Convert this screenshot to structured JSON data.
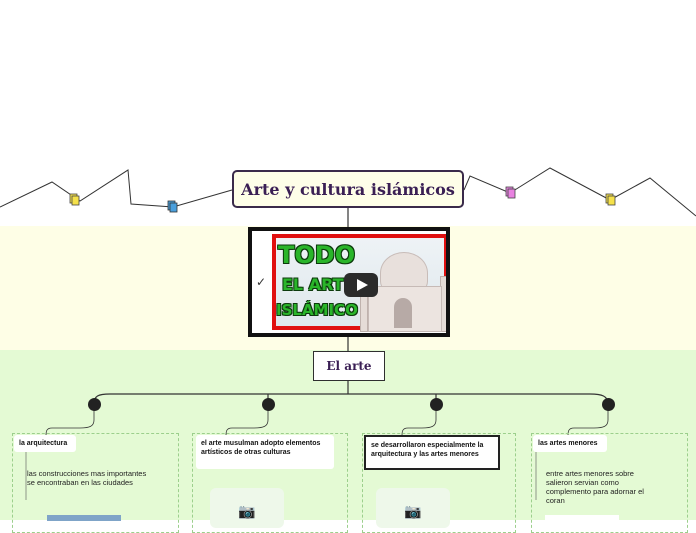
{
  "root": {
    "title": "Arte y cultura islámicos"
  },
  "video": {
    "line1": "TODO",
    "line2": "EL ARTE",
    "line3": "ISLÁMICO",
    "checkmark": "✓"
  },
  "subtopic": {
    "title": "El arte"
  },
  "branches": [
    {
      "label": "la arquitectura",
      "text": "las construcciones mas importantes se encontraban en las ciudades"
    },
    {
      "label": "el arte musulman adopto elementos artísticos de otras culturas"
    },
    {
      "label": "se desarrollaron especialmente la arquitectura y las artes menores"
    },
    {
      "label": "las artes menores",
      "text": "entre artes menores sobre salieron servian como complemento para adornar el coran"
    }
  ],
  "icons": {
    "camera": "camera-icon",
    "play": "play-icon",
    "note": "note-icon"
  },
  "colors": {
    "root_border": "#3a2a4a",
    "title_text": "#3a1f54",
    "band_yellow": "#fefee6",
    "band_green": "#e4fad4",
    "video_frame": "#e01010",
    "video_text": "#2ab52a"
  }
}
